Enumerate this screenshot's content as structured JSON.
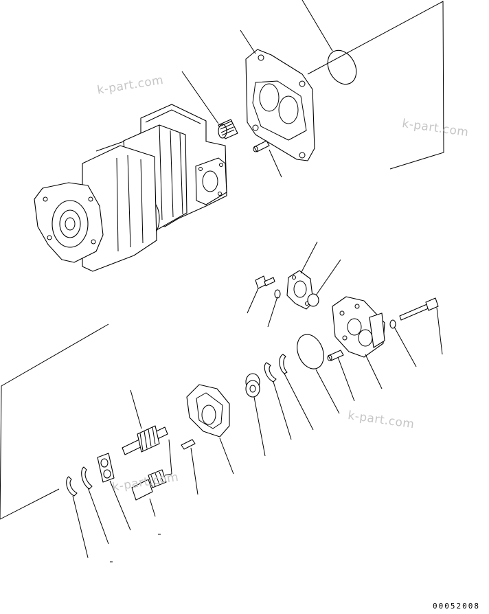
{
  "watermarks": [
    "k-part.com",
    "k-part.com",
    "k-part.com",
    "k-part.com"
  ],
  "drawing_code": "00052008"
}
